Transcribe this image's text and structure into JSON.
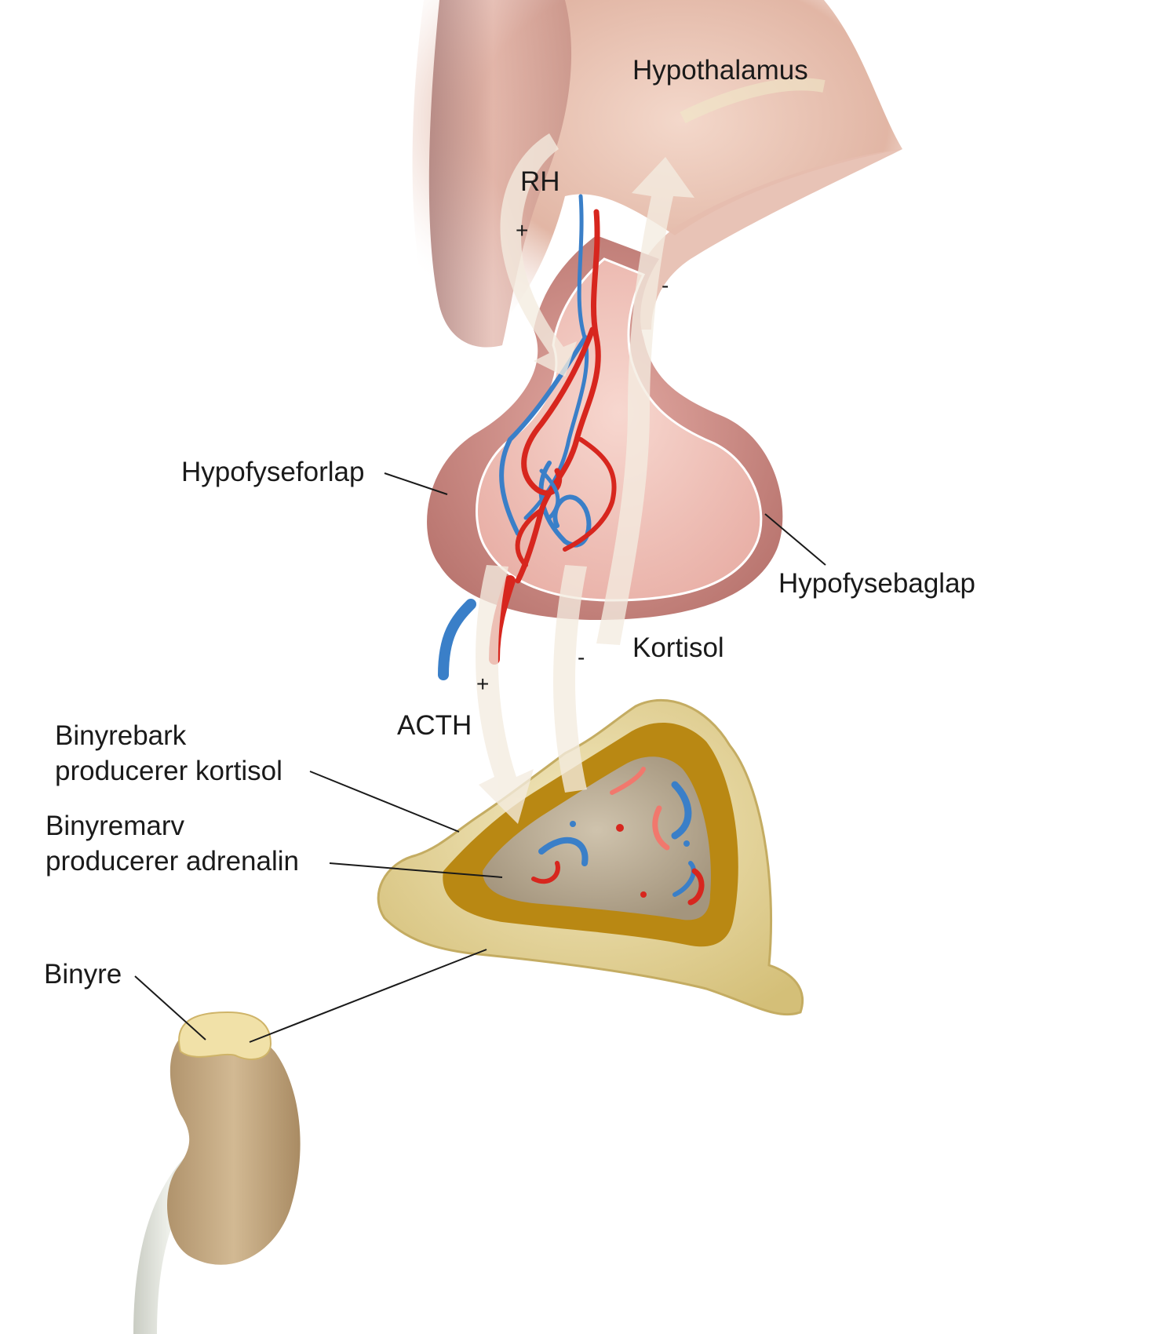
{
  "labels": {
    "hypothalamus": "Hypothalamus",
    "rh": "RH",
    "hypofyseforlap": "Hypofyseforlap",
    "hypofysebaglap": "Hypofysebaglap",
    "kortisol": "Kortisol",
    "acth": "ACTH",
    "binyrebark_line1": "Binyrebark",
    "binyrebark_line2": "producerer kortisol",
    "binyremarv_line1": "Binyremarv",
    "binyremarv_line2": "producerer adrenalin",
    "binyre": "Binyre"
  },
  "signs": {
    "rh_plus": "+",
    "feedback_top_minus": "-",
    "acth_plus": "+",
    "kortisol_minus": "-"
  },
  "colors": {
    "hypothalamus": "#dba898",
    "pituitary_outer": "#c98b86",
    "pituitary_inner": "#f1c4bc",
    "artery": "#d7261e",
    "vein": "#3a7fc8",
    "adrenal_cortex_surface": "#e8d9a0",
    "adrenal_cortex_band": "#b98813",
    "adrenal_medulla": "#b3a48e",
    "kidney": "#c6aa84",
    "arrow": "#f4ece0"
  }
}
